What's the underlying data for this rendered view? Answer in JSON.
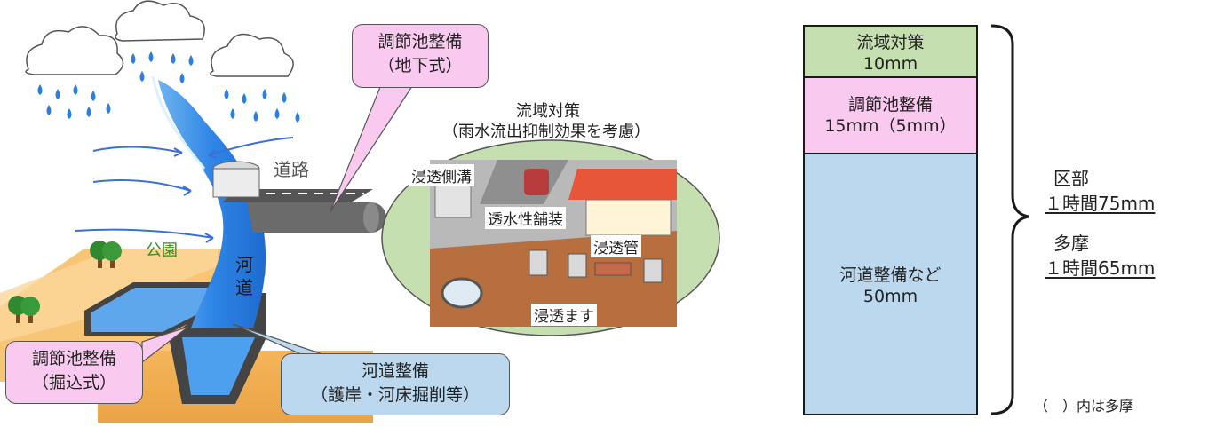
{
  "callouts": {
    "underground_pond": {
      "line1": "調節池整備",
      "line2": "（地下式）"
    },
    "dugout_pond": {
      "line1": "調節池整備",
      "line2": "（掘込式）"
    },
    "river_works": {
      "line1": "河道整備",
      "line2": "（護岸・河床掘削等）"
    }
  },
  "labels": {
    "road": "道路",
    "park": "公園",
    "river": [
      "河",
      "道"
    ]
  },
  "basin": {
    "title": "流域対策",
    "subtitle": "（雨水流出抑制効果を考慮）",
    "items": {
      "side_ditch": "浸透側溝",
      "pavement": "透水性舗装",
      "pipe": "浸透管",
      "basin_box": "浸透ます"
    }
  },
  "bars": [
    {
      "name": "流域対策",
      "value": "10mm",
      "color": "#c5dfb0",
      "mm": 10
    },
    {
      "name": "調節池整備",
      "value": "15mm（5mm）",
      "color": "#f9c9ef",
      "mm": 15
    },
    {
      "name": "河道整備など",
      "value": "50mm",
      "color": "#bcd8ee",
      "mm": 50
    }
  ],
  "totals": {
    "ward_label": "区部",
    "ward_value": "１時間75mm",
    "tama_label": "多摩",
    "tama_value": "１時間65mm"
  },
  "note": "（　）内は多摩"
}
